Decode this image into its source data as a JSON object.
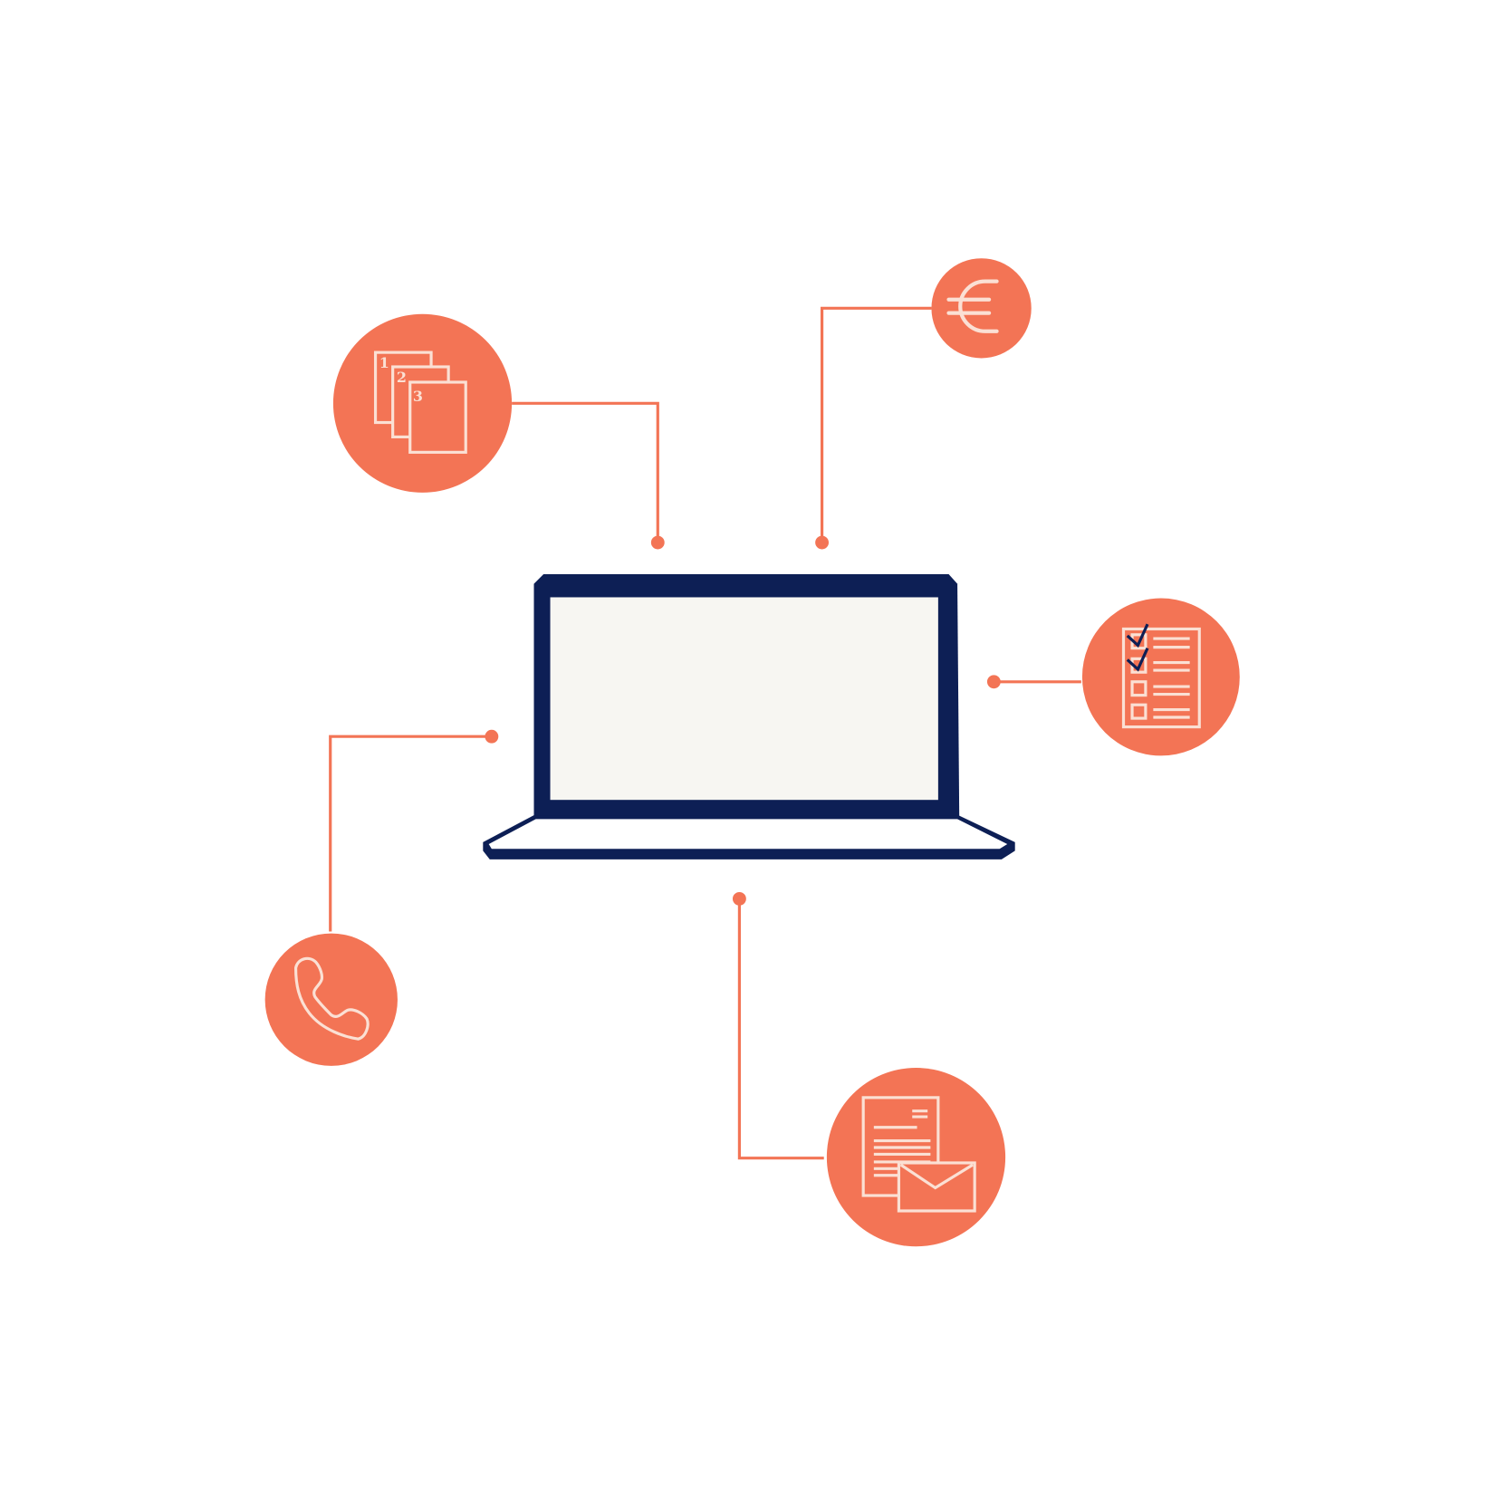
{
  "colors": {
    "accent": "#f37455",
    "laptop": "#0d1f55",
    "icon_line": "#fbe0d4",
    "screen": "#f7f6f2"
  },
  "nodes": [
    {
      "icon": "numbered-documents-icon",
      "labels": [
        "1",
        "2",
        "3"
      ]
    },
    {
      "icon": "euro-icon"
    },
    {
      "icon": "checklist-icon"
    },
    {
      "icon": "phone-icon"
    },
    {
      "icon": "document-mail-icon"
    }
  ]
}
